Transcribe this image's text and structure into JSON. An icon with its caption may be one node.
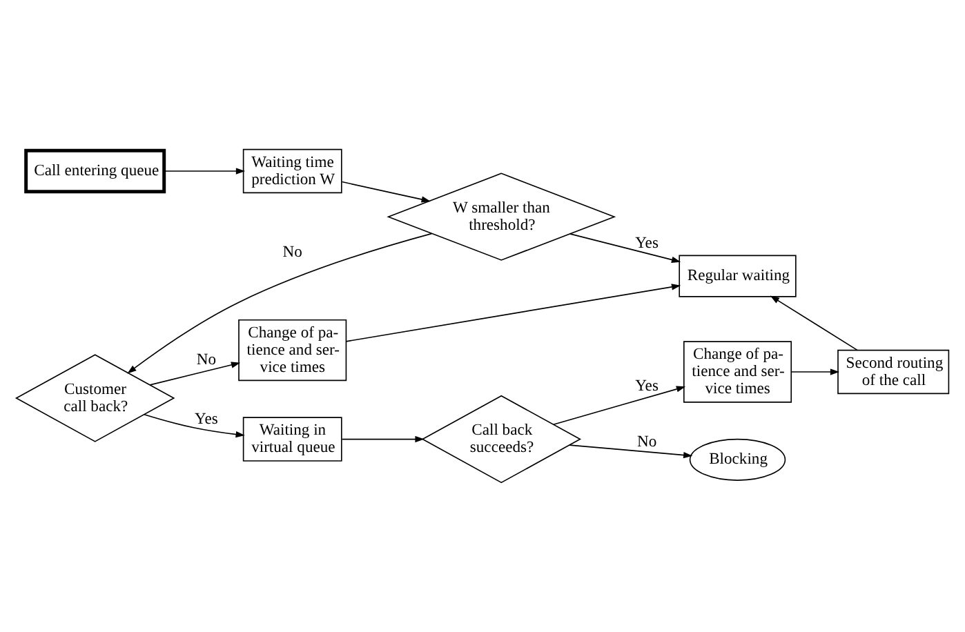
{
  "diagram": {
    "nodes": [
      {
        "text": [
          "Call entering queue"
        ]
      },
      {
        "text": [
          "Waiting time prediction W"
        ]
      },
      {
        "text": [
          "W smaller than threshold?"
        ]
      },
      {
        "text": [
          "Regular waiting"
        ]
      },
      {
        "text": [
          "Second routing of the call"
        ]
      },
      {
        "text": [
          "Customer call back?"
        ]
      },
      {
        "text": [
          "Change of pa- tience and ser- vice times"
        ]
      },
      {
        "text": [
          "Change of pa- tience and ser- vice times"
        ]
      },
      {
        "text": [
          "Waiting in virtual queue"
        ]
      },
      {
        "text": [
          "Call back succeeds?"
        ]
      },
      {
        "text": [
          "Blocking"
        ]
      }
    ],
    "edges": [
      {
        "from": 0,
        "to": 1,
        "arrow": "to"
      },
      {
        "from": 1,
        "to": 2,
        "arrow": "to"
      },
      {
        "from": 2,
        "to": 3,
        "arrow": "to",
        "label": "Yes"
      },
      {
        "from": 2,
        "to": 5,
        "arrow": "to",
        "label": "No"
      },
      {
        "from": 5,
        "to": 6,
        "arrow": "to",
        "label": "No"
      },
      {
        "from": 6,
        "to": 3,
        "arrow": "to"
      },
      {
        "from": 5,
        "to": 8,
        "arrow": "to",
        "label": "Yes"
      },
      {
        "from": 8,
        "to": 9,
        "arrow": "to"
      },
      {
        "from": 9,
        "to": 7,
        "arrow": "to",
        "label": "Yes"
      },
      {
        "from": 9,
        "to": 10,
        "arrow": "to",
        "label": "No"
      },
      {
        "from": 7,
        "to": 4,
        "arrow": "to"
      },
      {
        "from": 4,
        "to": 3,
        "arrow": "to"
      }
    ]
  }
}
